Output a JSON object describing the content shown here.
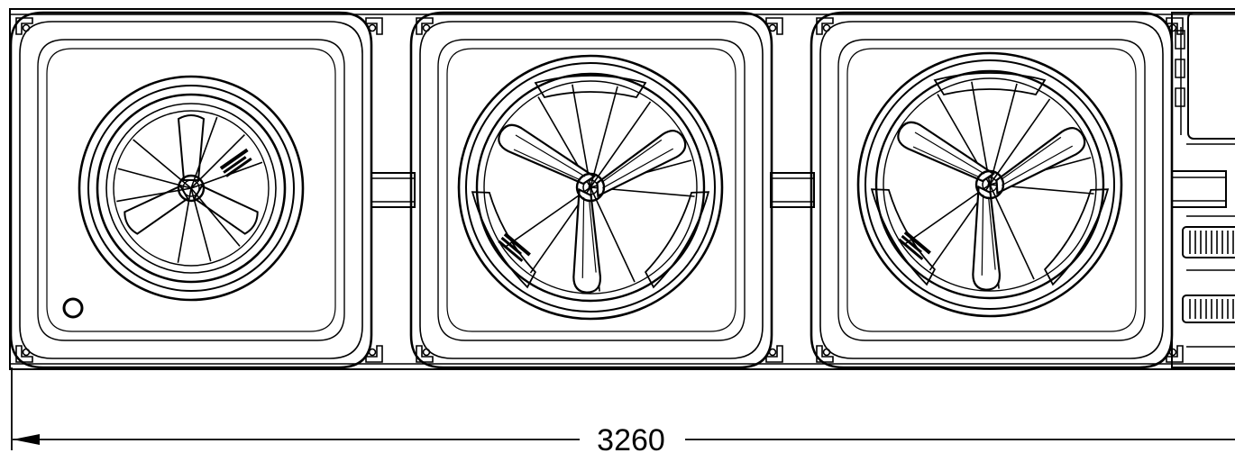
{
  "diagram": {
    "dimension": {
      "value": "3260",
      "unit": ""
    },
    "units": [
      {
        "id": "unit-1",
        "hub": "single-hub-with-indicator"
      },
      {
        "id": "unit-2",
        "hub": "three-arm-spinner"
      },
      {
        "id": "unit-3",
        "hub": "three-arm-spinner"
      }
    ],
    "colors": {
      "line": "#000000",
      "background": "#ffffff"
    }
  }
}
